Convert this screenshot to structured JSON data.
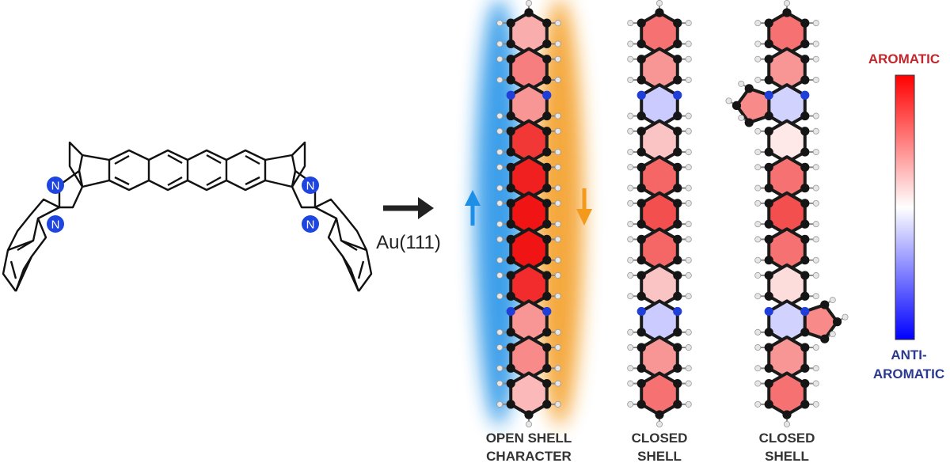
{
  "precursor": {
    "nitrogen_label": "N"
  },
  "reaction": {
    "substrate_label": "Au(111)"
  },
  "colors": {
    "aromatic": "#d8161b",
    "anti_aromatic": "#1a1aff",
    "bond": "#1a1a1a",
    "hydrogen": "#e6e6e6",
    "nitrogen_atom": "#1f3fd8",
    "spin_up": "#1e8fe6",
    "spin_down": "#f39a1d",
    "label_aromatic": "#c1272d",
    "label_anti": "#2b3a8f"
  },
  "molecules": [
    {
      "id": "open-shell",
      "caption_lines": [
        "OPEN SHELL",
        "CHARACTER"
      ],
      "ring_aromaticity": [
        0.35,
        0.55,
        0.45,
        0.85,
        0.95,
        1.0,
        1.0,
        0.9,
        0.45,
        0.5,
        0.3
      ],
      "nitrogen_rings": [
        2,
        8
      ],
      "five_rings": []
    },
    {
      "id": "closed-shell-1",
      "caption_lines": [
        "CLOSED",
        "SHELL"
      ],
      "ring_aromaticity": [
        0.6,
        0.45,
        -0.35,
        0.25,
        0.65,
        0.75,
        0.65,
        0.25,
        -0.35,
        0.45,
        0.6
      ],
      "nitrogen_rings": [
        2,
        8
      ],
      "five_rings": []
    },
    {
      "id": "closed-shell-2",
      "caption_lines": [
        "CLOSED",
        "SHELL"
      ],
      "ring_aromaticity": [
        0.6,
        0.45,
        -0.3,
        0.1,
        0.6,
        0.75,
        0.6,
        0.15,
        -0.3,
        0.45,
        0.6
      ],
      "nitrogen_rings": [
        2,
        8
      ],
      "five_rings": [
        {
          "attach_ring": 2,
          "side": "left",
          "value": 0.5
        },
        {
          "attach_ring": 8,
          "side": "right",
          "value": 0.5
        }
      ]
    }
  ],
  "colorbar": {
    "top_label": "AROMATIC",
    "bottom_label_lines": [
      "ANTI-",
      "AROMATIC"
    ]
  }
}
